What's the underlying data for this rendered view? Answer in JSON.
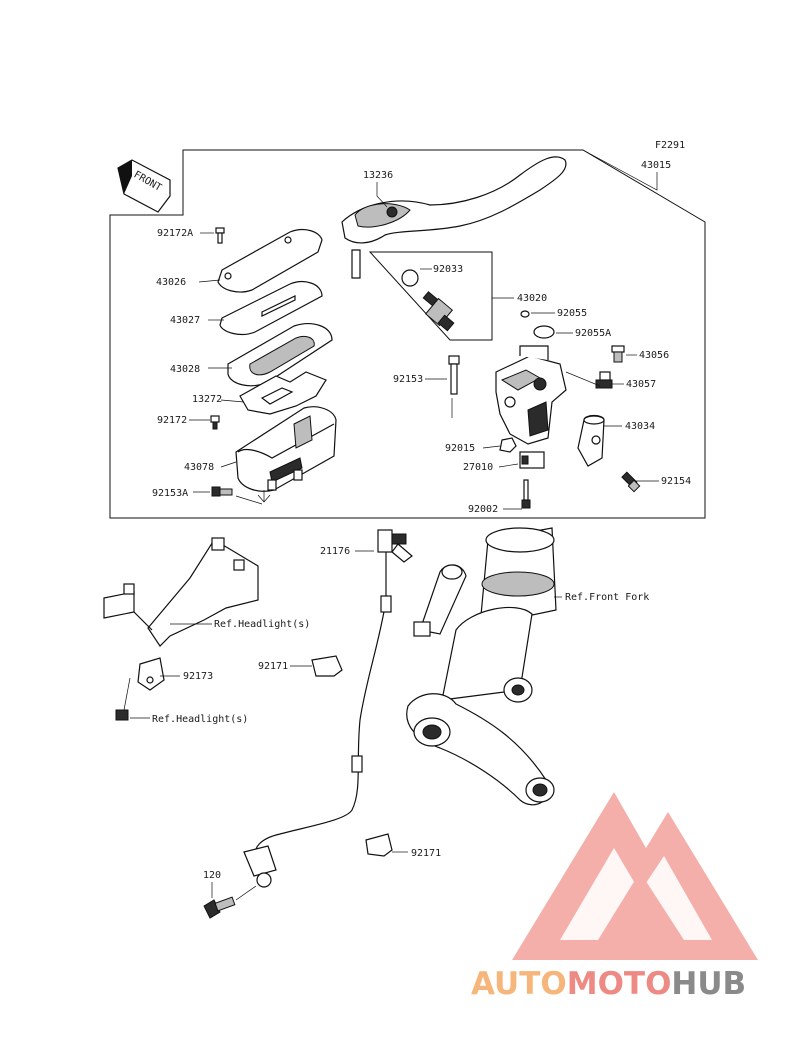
{
  "figure_code": "F2291",
  "assembly_number": "43015",
  "front_arrow_label": "FRONT",
  "labels": {
    "p13236": "13236",
    "p92172A": "92172A",
    "p43026": "43026",
    "p43027": "43027",
    "p43028": "43028",
    "p13272": "13272",
    "p92172": "92172",
    "p43078": "43078",
    "p92153A": "92153A",
    "p92033": "92033",
    "p43020": "43020",
    "p92055": "92055",
    "p92055A": "92055A",
    "p43056": "43056",
    "p92153": "92153",
    "p43057": "43057",
    "p43034": "43034",
    "p92015": "92015",
    "p27010": "27010",
    "p92154": "92154",
    "p92002": "92002",
    "p21176": "21176",
    "ref_front_fork": "Ref.Front Fork",
    "ref_headlight_1": "Ref.Headlight(s)",
    "ref_headlight_2": "Ref.Headlight(s)",
    "p92171_a": "92171",
    "p92173": "92173",
    "p92171_b": "92171",
    "p120": "120"
  },
  "watermark": {
    "part1": "AUTO",
    "part2": "MOTO",
    "part3": "HUB",
    "colors": {
      "auto": "#f6b57a",
      "moto": "#ee8a84",
      "hub": "#8a8a8a",
      "logo": "#f3a29c"
    }
  }
}
